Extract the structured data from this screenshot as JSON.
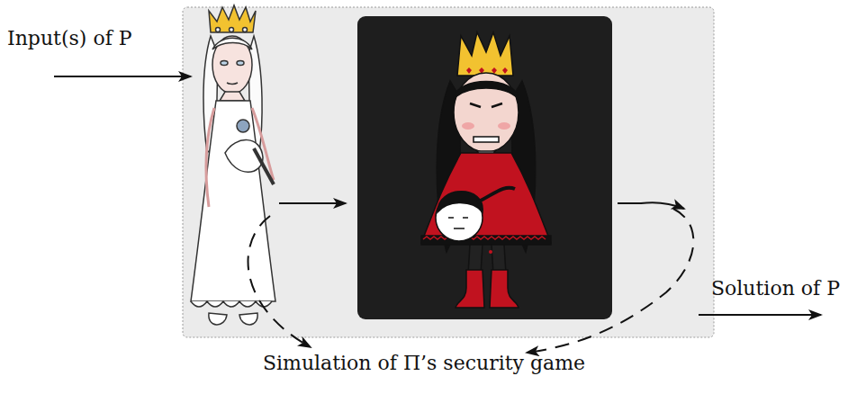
{
  "diagram": {
    "labels": [
      "Input(s) of P",
      "Solution of P",
      "Simulation of Π’s security game"
    ]
  }
}
